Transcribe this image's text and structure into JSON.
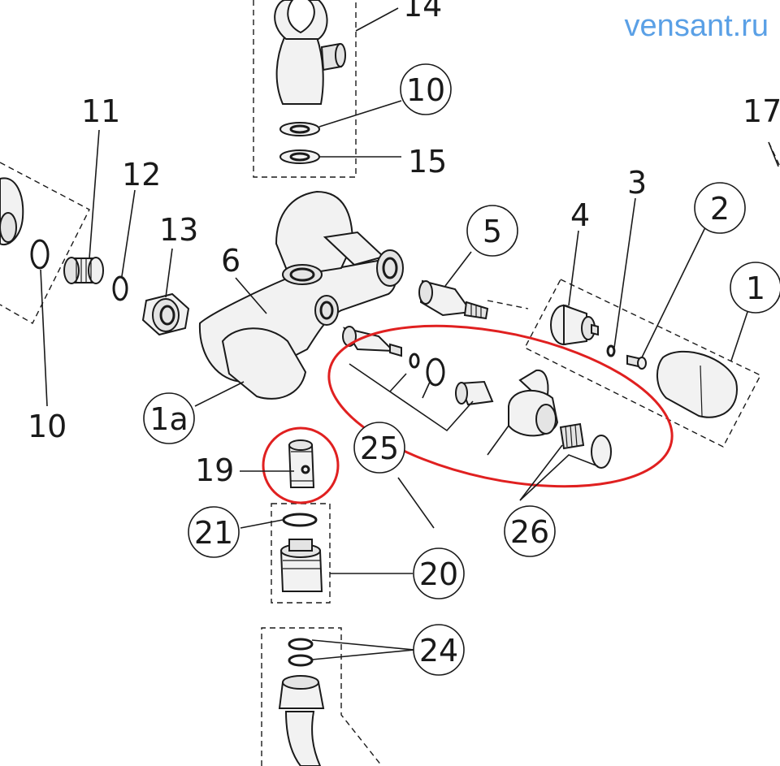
{
  "watermark": "vensant.ru",
  "colors": {
    "highlight": "#e02020",
    "watermark": "#5aa0e6",
    "line": "#1a1a1a"
  },
  "labels": {
    "p1": "1",
    "p1a": "1a",
    "p2": "2",
    "p3": "3",
    "p4": "4",
    "p5": "5",
    "p6": "6",
    "p10_top": "10",
    "p10_left": "10",
    "p11": "11",
    "p12": "12",
    "p13": "13",
    "p14": "14",
    "p15": "15",
    "p17": "17",
    "p19": "19",
    "p20": "20",
    "p21": "21",
    "p24": "24",
    "p25": "25",
    "p26": "26"
  }
}
